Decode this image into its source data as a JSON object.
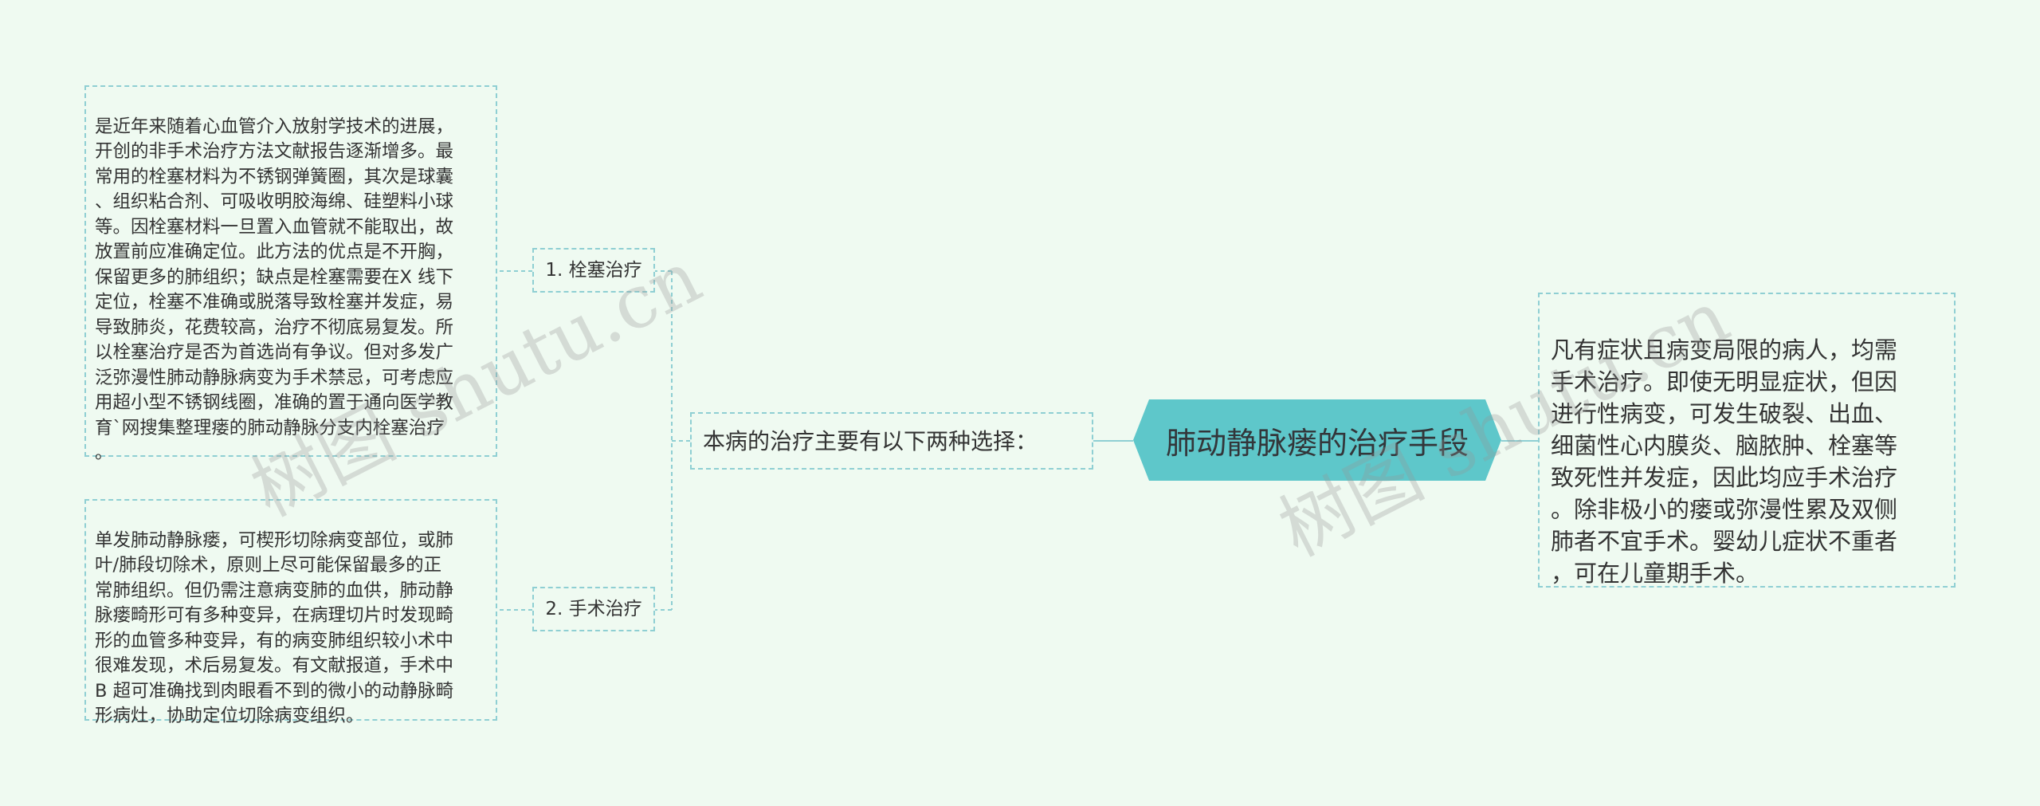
{
  "central_topic": "肺动静脉瘘的治疗手段",
  "right_branch": {
    "text": "凡有症状且病变局限的病人，均需\n手术治疗。即使无明显症状，但因\n进行性病变，可发生破裂、出血、\n细菌性心内膜炎、脑脓肿、栓塞等\n致死性并发症，因此均应手术治疗\n。除非极小的瘘或弥漫性累及双侧\n肺者不宜手术。婴幼儿症状不重者\n，可在儿童期手术。"
  },
  "left_branch": {
    "text": "本病的治疗主要有以下两种选择：",
    "children": [
      {
        "label": "1. 栓塞治疗",
        "detail": "是近年来随着心血管介入放射学技术的进展，\n开创的非手术治疗方法文献报告逐渐增多。最\n常用的栓塞材料为不锈钢弹簧圈，其次是球囊\n、组织粘合剂、可吸收明胶海绵、硅塑料小球\n等。因栓塞材料一旦置入血管就不能取出，故\n放置前应准确定位。此方法的优点是不开胸，\n保留更多的肺组织；缺点是栓塞需要在X 线下\n定位，栓塞不准确或脱落导致栓塞并发症，易\n导致肺炎，花费较高，治疗不彻底易复发。所\n以栓塞治疗是否为首选尚有争议。但对多发广\n泛弥漫性肺动静脉病变为手术禁忌，可考虑应\n用超小型不锈钢线圈，准确的置于通向医学教\n育`网搜集整理瘘的肺动静脉分支内栓塞治疗\n。"
      },
      {
        "label": "2. 手术治疗",
        "detail": "单发肺动静脉瘘，可楔形切除病变部位，或肺\n叶/肺段切除术，原则上尽可能保留最多的正\n常肺组织。但仍需注意病变肺的血供，肺动静\n脉瘘畸形可有多种变异，在病理切片时发现畸\n形的血管多种变异，有的病变肺组织较小术中\n很难发现，术后易复发。有文献报道，手术中\nB 超可准确找到肉眼看不到的微小的动静脉畸\n形病灶，协助定位切除病变组织。"
      }
    ]
  },
  "watermarks": [
    "树图 shutu.cn",
    "树图 shutu.cn"
  ],
  "colors": {
    "background": "#effaf1",
    "central_fill": "#5ec7ca",
    "connector": "#8fcfd3"
  }
}
